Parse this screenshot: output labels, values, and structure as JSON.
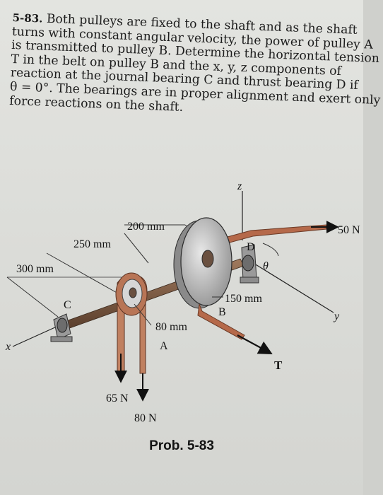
{
  "problem": {
    "number": "5-83.",
    "lines": [
      "Both pulleys are fixed to the shaft and as the shaft",
      "turns with constant angular velocity, the power of pulley A",
      "is transmitted to pulley B. Determine the horizontal tension",
      "T in the belt on pulley B and the x, y, z components of",
      "reaction at the journal bearing C and thrust bearing D if",
      "θ = 0°. The bearings are in proper alignment and exert only",
      "force reactions on the shaft."
    ]
  },
  "figure": {
    "dimensions": {
      "d_300": "300 mm",
      "d_250": "250 mm",
      "d_200": "200 mm",
      "d_150": "150 mm",
      "d_80": "80 mm"
    },
    "axes": {
      "z": "z",
      "x": "x",
      "y": "y"
    },
    "points": {
      "C": "C",
      "D": "D",
      "B": "B",
      "A": "A"
    },
    "loads": {
      "f_50": "50 N",
      "f_65": "65 N",
      "f_80": "80 N",
      "tension": "T",
      "angle": "θ"
    },
    "colors": {
      "belt": "#b5694a",
      "pulley_b": "#bfbfbf",
      "pulley_a": "#c08060",
      "shaft": "#7a5a44",
      "bearing": "#9a9a9a"
    }
  },
  "caption": "Prob. 5-83"
}
